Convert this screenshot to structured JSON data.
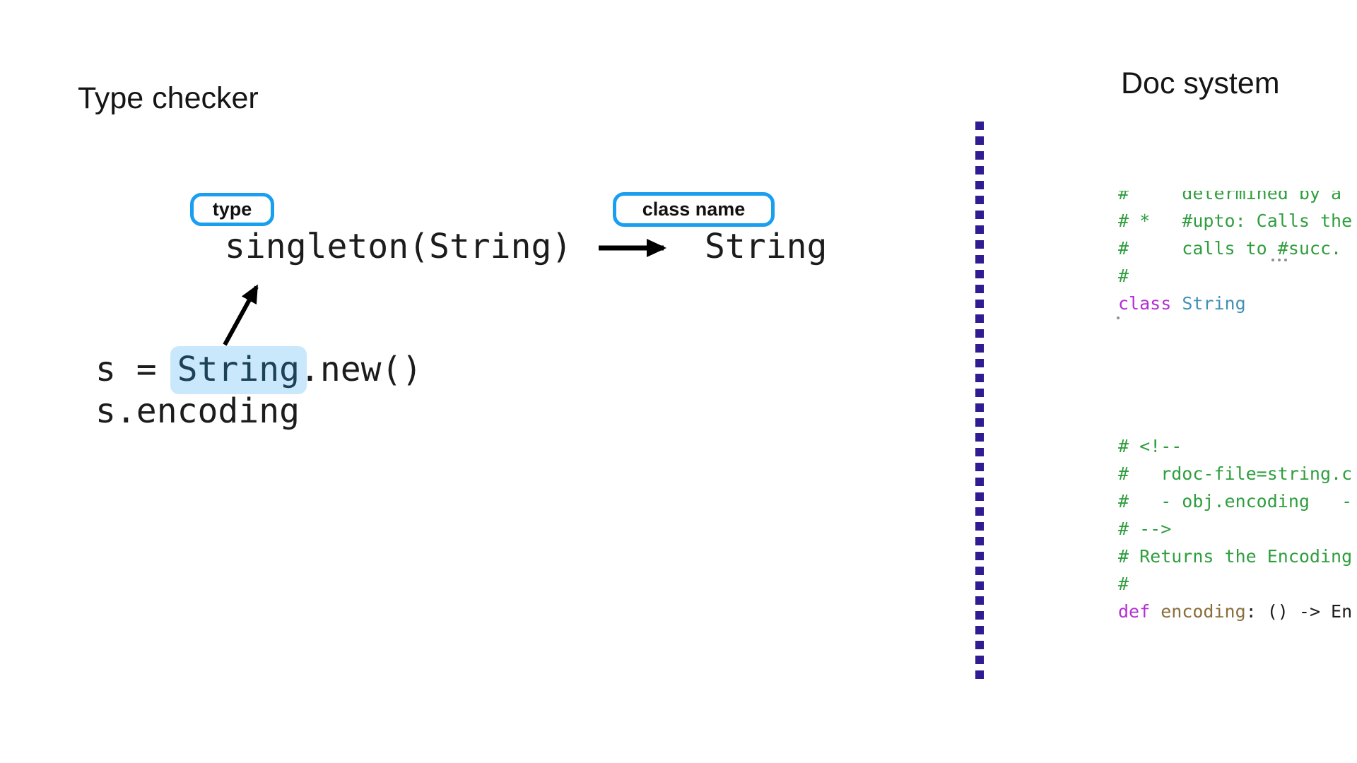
{
  "left_panel": {
    "title": "Type checker",
    "type_badge_label": "type",
    "class_name_badge_label": "class name",
    "singleton_type": "singleton(String)",
    "class_name_value": "String",
    "code_line1_prefix": "s = ",
    "code_line1_highlight": "String",
    "code_line1_suffix": ".new()",
    "code_line2": "s.encoding"
  },
  "right_panel": {
    "title": "Doc system",
    "code_top_lines": [
      [
        {
          "t": "#     determined by a",
          "c": "green"
        }
      ],
      [
        {
          "t": "# *   #upto: Calls the",
          "c": "green"
        }
      ],
      [
        {
          "t": "#     calls to #succ.",
          "c": "green"
        }
      ],
      [
        {
          "t": "#",
          "c": "green"
        }
      ],
      [
        {
          "t": "class",
          "c": "magenta"
        },
        {
          "t": " ",
          "c": "plain"
        },
        {
          "t": "String",
          "c": "teal"
        }
      ]
    ],
    "code_bottom_lines": [
      [
        {
          "t": "# <!--",
          "c": "green"
        }
      ],
      [
        {
          "t": "#   rdoc-file=string.c",
          "c": "green"
        }
      ],
      [
        {
          "t": "#   - obj.encoding   -",
          "c": "green"
        }
      ],
      [
        {
          "t": "# -->",
          "c": "green"
        }
      ],
      [
        {
          "t": "# Returns the Encoding",
          "c": "green"
        }
      ],
      [
        {
          "t": "#",
          "c": "green"
        }
      ],
      [
        {
          "t": "def",
          "c": "magenta"
        },
        {
          "t": " ",
          "c": "plain"
        },
        {
          "t": "encoding",
          "c": "olive"
        },
        {
          "t": ": () -> En",
          "c": "plain"
        }
      ]
    ]
  },
  "icons": {
    "right_arrow": "arrow-right",
    "up_arrow": "arrow-up-right",
    "divider": "dotted-vertical-line",
    "ellipsis": "gray-ellipsis-dots",
    "omission": "gray-omission-dot"
  },
  "colors": {
    "badge_blue": "#1a9ff0",
    "highlight_bg": "#c9e8fb",
    "highlight_text": "#1d4157",
    "divider": "#311b92",
    "code_green": "#2f9e3e",
    "code_magenta": "#b32fd4",
    "code_teal": "#4190b5",
    "code_olive": "#8a6d3b",
    "code_plain": "#1c1c1c",
    "gray_dot": "#8f8f8f",
    "arrow_black": "#000000"
  }
}
